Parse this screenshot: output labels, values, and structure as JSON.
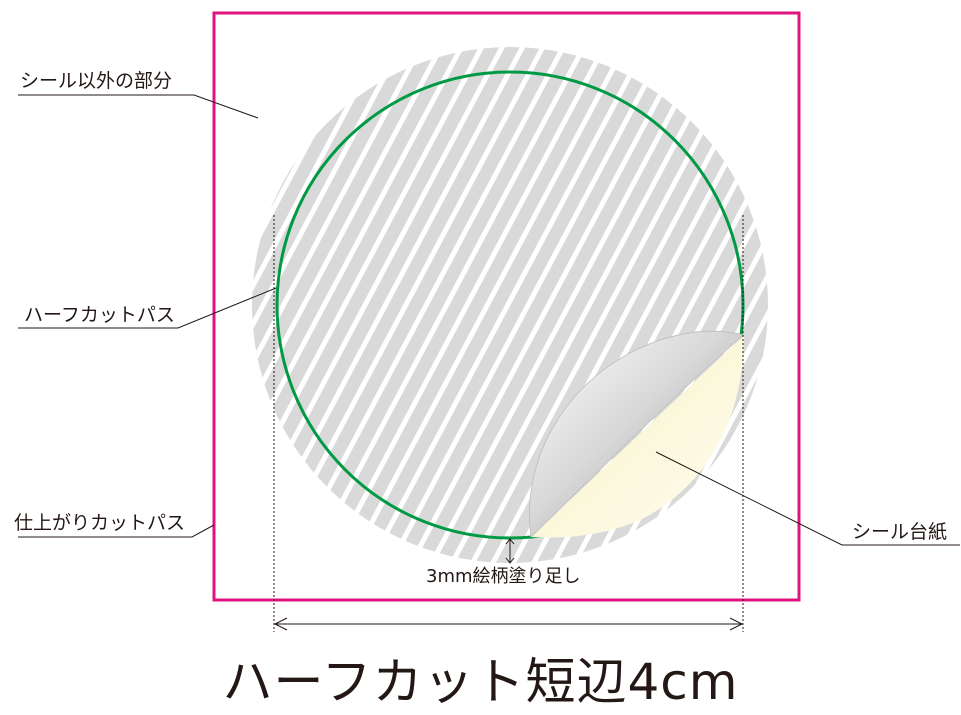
{
  "labels": {
    "outside_area": "シール以外の部分",
    "half_cut_path": "ハーフカットパス",
    "finish_cut_path": "仕上がりカットパス",
    "backing_paper": "シール台紙",
    "bleed": "3mm絵柄塗り足し"
  },
  "title": "ハーフカット短辺4cm",
  "colors": {
    "finish_cut_frame": "#e0147e",
    "half_cut_circle": "#009944",
    "hatch_gray": "#d9d9d9",
    "backing_cream": "#fbf7d6",
    "leader_line": "#231815"
  }
}
